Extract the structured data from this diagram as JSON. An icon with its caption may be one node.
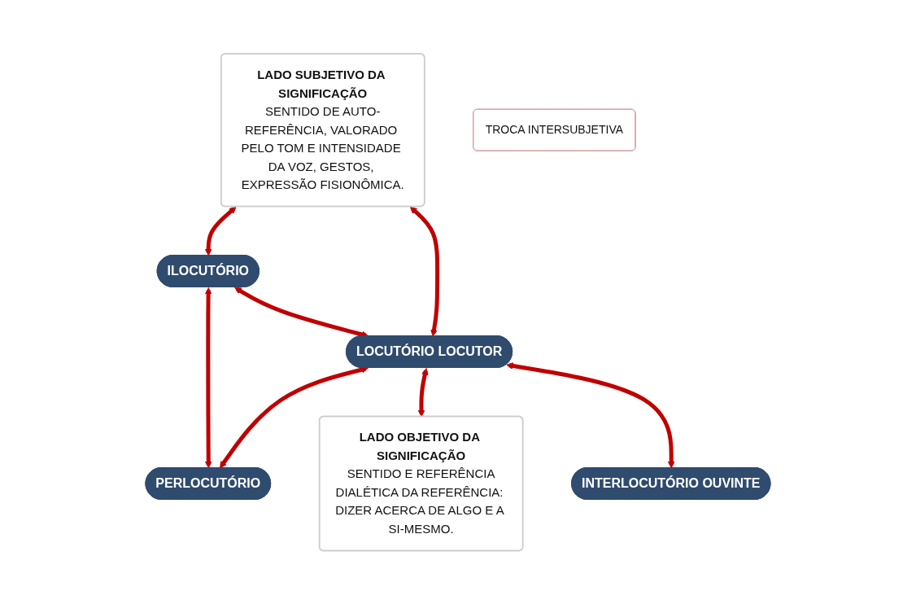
{
  "diagram": {
    "nodes": [
      {
        "text": [
          "ILOCUTÓRIO"
        ]
      },
      {
        "text": [
          "PERLOCUTÓRIO"
        ]
      },
      {
        "text": [
          "LADO SUBJETIVO DA SIGNIFICAÇÃO",
          "SENTIDO DE AUTO-REFERÊNCIA, VALORADO PELO TOM E INTENSIDADE DA VOZ, GESTOS, EXPRESSÃO FISIONÔMICA."
        ]
      },
      {
        "text": [
          "LOCUTÓRIO LOCUTOR"
        ]
      },
      {
        "text": [
          "LADO OBJETIVO DA SIGNIFICAÇÃO",
          "SENTIDO E REFERÊNCIA",
          "DIALÉTICA DA REFERÊNCIA: DIZER ACERCA DE ALGO E A SI-MESMO."
        ]
      },
      {
        "text": [
          "TROCA INTERSUBJETIVA"
        ]
      },
      {
        "text": [
          "INTERLOCUTÓRIO OUVINTE"
        ]
      }
    ],
    "edges": [
      {
        "from": 0,
        "to": 1,
        "arrow": "both"
      },
      {
        "from": 2,
        "to": 0,
        "arrow": "both"
      },
      {
        "from": 2,
        "to": 3,
        "arrow": "both"
      },
      {
        "from": 0,
        "to": 3,
        "arrow": "both"
      },
      {
        "from": 3,
        "to": 1,
        "arrow": "both"
      },
      {
        "from": 3,
        "to": 4,
        "arrow": "both"
      },
      {
        "from": 3,
        "to": 6,
        "arrow": "both"
      }
    ]
  }
}
